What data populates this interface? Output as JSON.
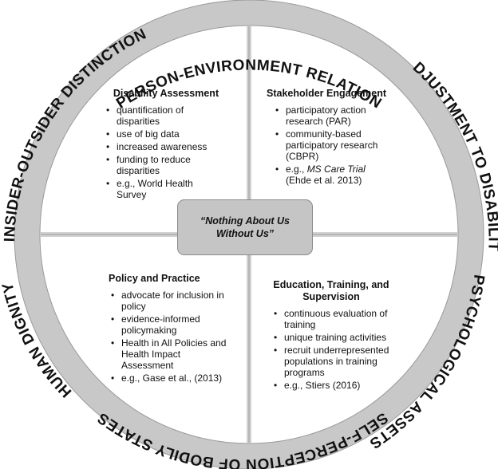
{
  "ring_labels": {
    "top": "PERSON-ENVIRONMENT RELATION",
    "upper_right": "ADJUSTMENT TO DISABILITY",
    "lower_right": "PSYCHOLOGICAL ASSETS",
    "bottom": "SELF-PERCEPTION OF BODILY STATES",
    "lower_left": "HUMAN DIGNITY",
    "upper_left": "INSIDER-OUTSIDER DISTINCTION"
  },
  "center": {
    "line1": "“Nothing About Us",
    "line2": "Without Us”"
  },
  "quadrants": {
    "top_left": {
      "title": "Disability Assessment",
      "items": [
        "quantification of disparities",
        "use of big data",
        "increased awareness",
        "funding to reduce disparities",
        "e.g., World Health Survey"
      ]
    },
    "top_right": {
      "title": "Stakeholder Engagement",
      "items": [
        "participatory action research (PAR)",
        "community-based participatory research (CBPR)"
      ],
      "example_prefix": "e.g., ",
      "example_italic": "MS Care Trial",
      "example_suffix": " (Ehde et al. 2013)"
    },
    "bottom_left": {
      "title": "Policy and Practice",
      "items": [
        "advocate for inclusion in policy",
        "evidence-informed policymaking",
        "Health in All Policies and Health Impact Assessment",
        "e.g., Gase et al., (2013)"
      ]
    },
    "bottom_right": {
      "title": "Education, Training, and Supervision",
      "items": [
        "continuous evaluation of training",
        "unique training activities",
        "recruit underrepresented populations in training programs",
        "e.g., Stiers (2016)"
      ]
    }
  },
  "colors": {
    "ring": "#c8c8c8",
    "ring_stroke": "#9a9a9a",
    "divider": "#d2d2d2",
    "center_box": "#c5c5c5"
  }
}
